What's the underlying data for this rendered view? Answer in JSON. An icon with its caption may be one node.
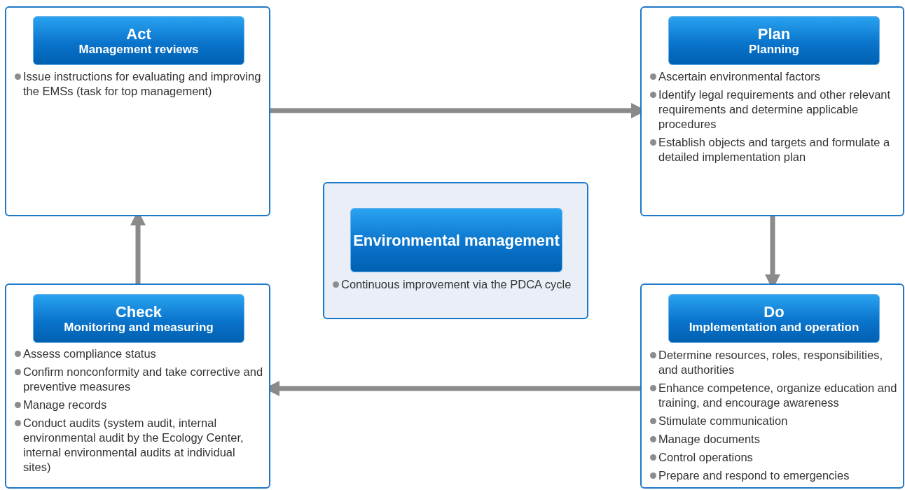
{
  "diagram": {
    "nodes": [
      {
        "text": [
          "Issue instructions for evaluating and improving the EMSs (task for top management)"
        ]
      },
      {
        "text": [
          "Act",
          "Management reviews"
        ],
        "in": 0
      },
      {
        "text": [
          "Ascertain environmental factors",
          "Identify legal requirements and other relevant requirements and determine applicable procedures",
          "Establish objects and targets and formulate a detailed implementation plan"
        ]
      },
      {
        "text": [
          "Plan",
          "Planning"
        ],
        "in": 2
      },
      {
        "text": [
          "Continuous improvement via the PDCA cycle"
        ]
      },
      {
        "text": [
          "Environmental management"
        ],
        "in": 4
      },
      {
        "text": [
          "Assess compliance status",
          "Confirm nonconformity and take corrective and preventive measures",
          "Manage records",
          "Conduct audits (system audit, internal environmental audit by the Ecology Center, internal environmental audits at individual sites)"
        ]
      },
      {
        "text": [
          "Check",
          "Monitoring and measuring"
        ],
        "in": 6
      },
      {
        "text": [
          "Determine resources, roles, responsibilities, and authorities",
          "Enhance competence, organize education and training, and encourage awareness",
          "Stimulate communication",
          "Manage documents",
          "Control operations",
          "Prepare and respond to emergencies"
        ]
      },
      {
        "text": [
          "Do",
          "Implementation and operation"
        ],
        "in": 8
      }
    ],
    "edges": [
      {
        "from": 0,
        "to": 2,
        "arrow": "to"
      },
      {
        "from": 2,
        "to": 8,
        "arrow": "to"
      },
      {
        "from": 8,
        "to": 6,
        "arrow": "to"
      },
      {
        "from": 6,
        "to": 0,
        "arrow": "to"
      }
    ]
  }
}
